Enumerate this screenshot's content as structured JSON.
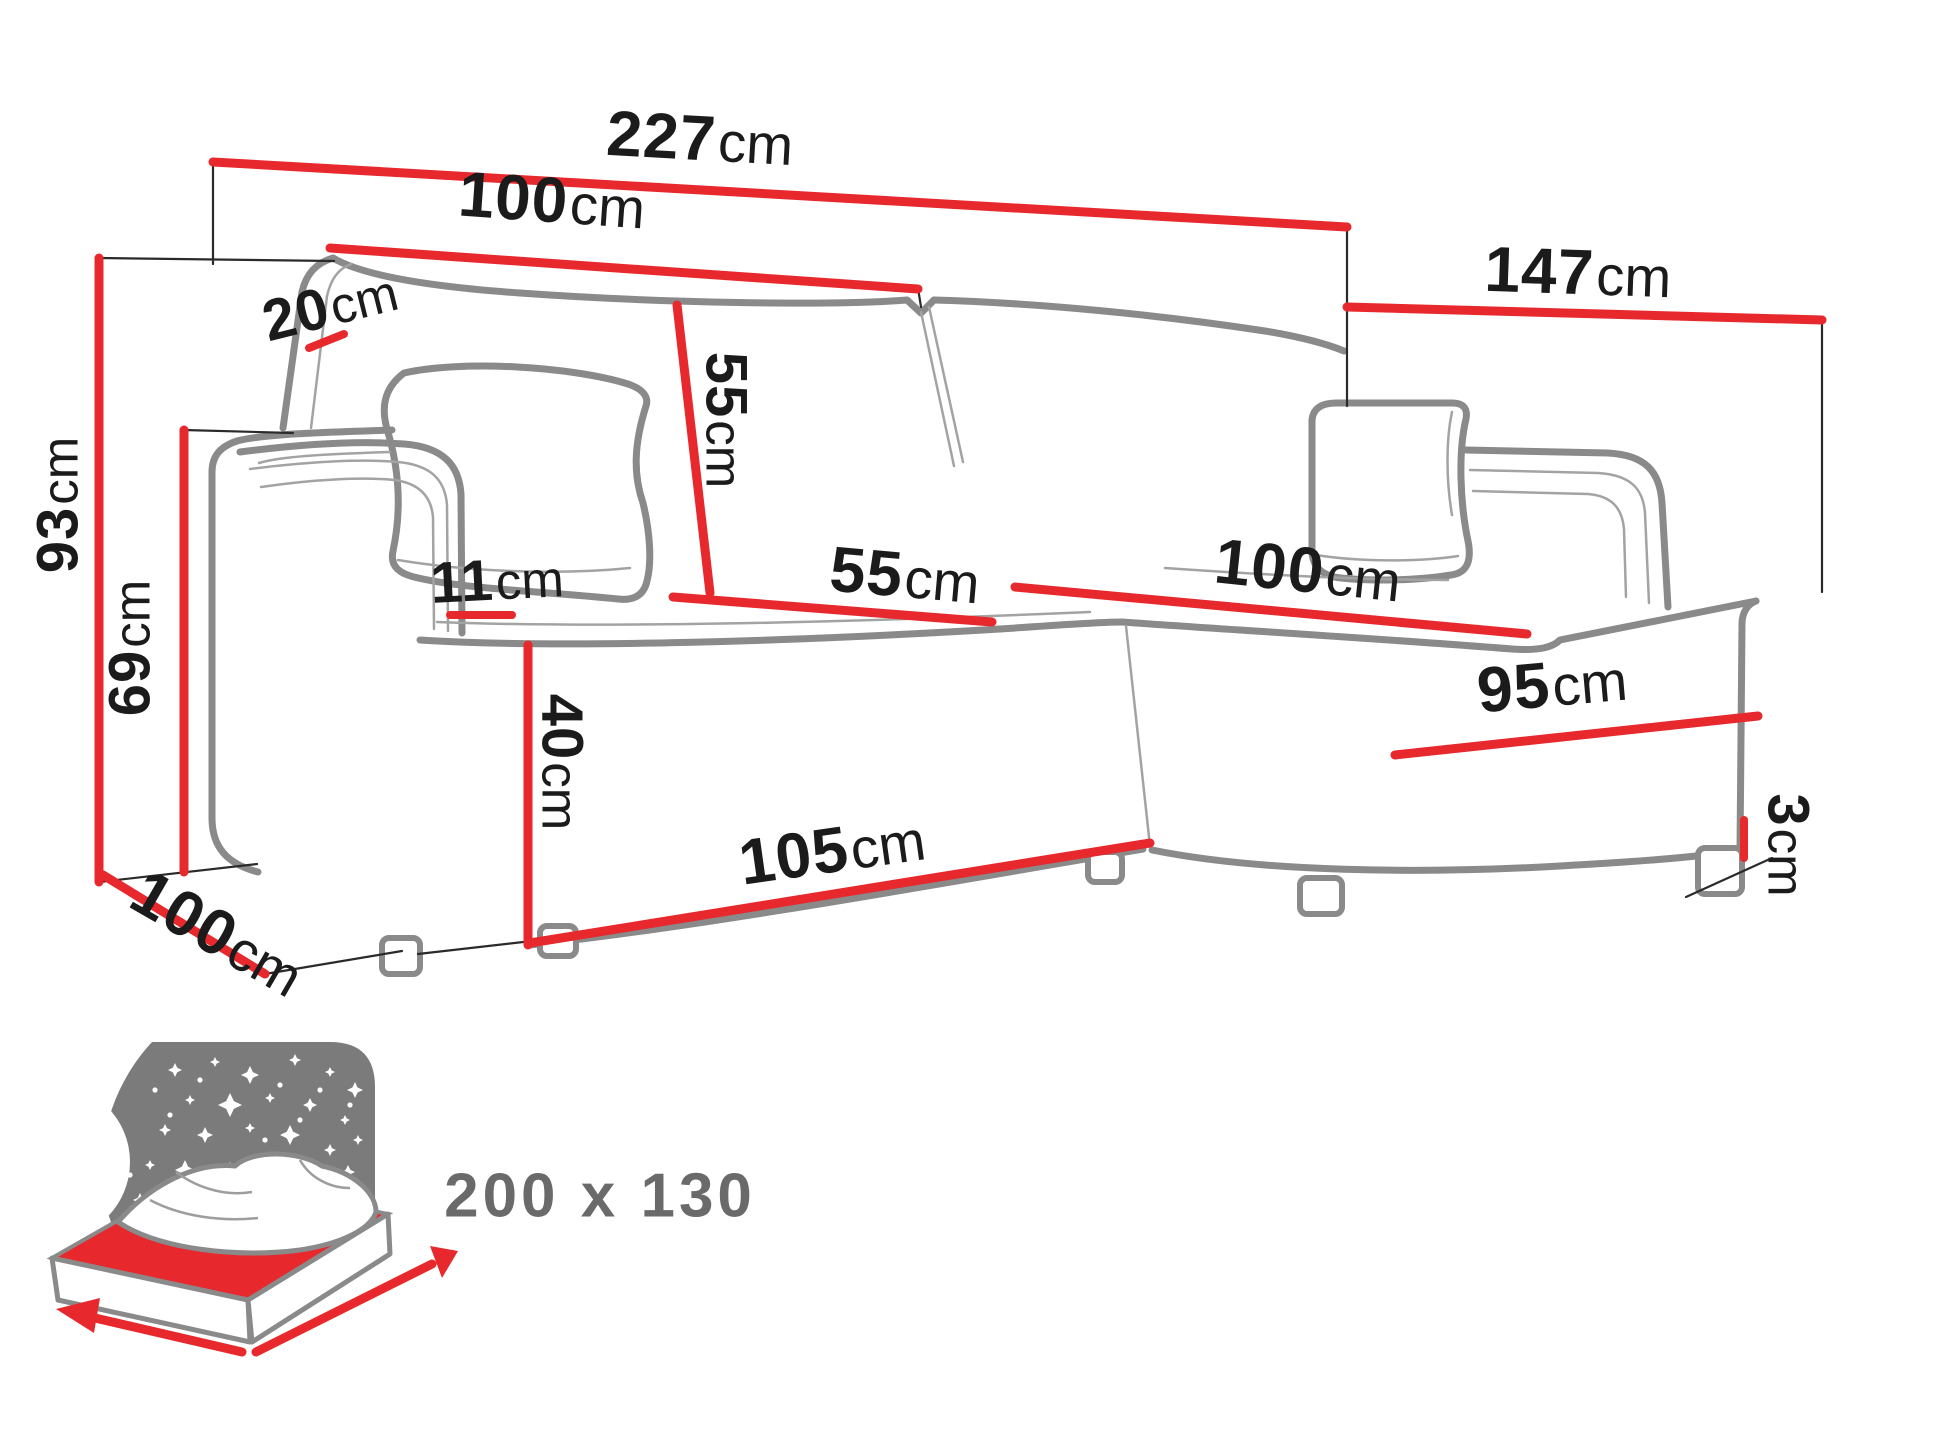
{
  "diagram": {
    "type": "corner-sofa-dimension-diagram",
    "unit": "cm",
    "dimensions": {
      "total_width": {
        "value": "227",
        "unit": "cm"
      },
      "back_cushion_width": {
        "value": "100",
        "unit": "cm"
      },
      "chaise_depth": {
        "value": "147",
        "unit": "cm"
      },
      "back_panel_thickness": {
        "value": "20",
        "unit": "cm"
      },
      "total_height": {
        "value": "93",
        "unit": "cm"
      },
      "armrest_height": {
        "value": "69",
        "unit": "cm"
      },
      "backrest_height": {
        "value": "55",
        "unit": "cm"
      },
      "armrest_width": {
        "value": "11",
        "unit": "cm"
      },
      "seat_depth": {
        "value": "55",
        "unit": "cm"
      },
      "chaise_seat_width": {
        "value": "100",
        "unit": "cm"
      },
      "chaise_side_length": {
        "value": "95",
        "unit": "cm"
      },
      "seat_front_height": {
        "value": "40",
        "unit": "cm"
      },
      "seat_front_width": {
        "value": "105",
        "unit": "cm"
      },
      "leg_floor_clearance": {
        "value": "3",
        "unit": "cm"
      },
      "side_depth": {
        "value": "100",
        "unit": "cm"
      }
    },
    "sleeping_area": {
      "label": "200 x 130"
    },
    "icons": {
      "bed_icon": "sleeping-function-bed-icon",
      "moon": "crescent-moon-icon",
      "stars": "star-field",
      "arrows": "mattress-size-arrows"
    },
    "colors": {
      "dimension_red": "#e7282c",
      "outline_gray": "#8a8a8a",
      "label_black": "#1b1b1b",
      "icon_gray": "#7b7b7b",
      "size_text_gray": "#6a6a6a"
    }
  }
}
